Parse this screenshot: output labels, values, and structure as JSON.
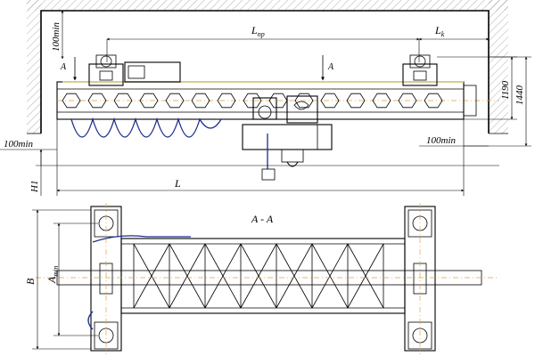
{
  "title_aa": "A - A",
  "section_marks": [
    "A",
    "A"
  ],
  "labels": {
    "span": "L",
    "span_sub": "пр",
    "lk": "L",
    "lk_sub": "k",
    "length": "L",
    "h1": "H1",
    "b": "B",
    "amin": "A",
    "amin_sub": "min",
    "top_clear": "100min",
    "left_clear": "100min",
    "right_clear": "100min",
    "h1190": "1190",
    "h1440": "1440"
  },
  "colors": {
    "cable": "#1c2d8c",
    "axis": "#e0a040",
    "rail": "#d4c37a"
  }
}
